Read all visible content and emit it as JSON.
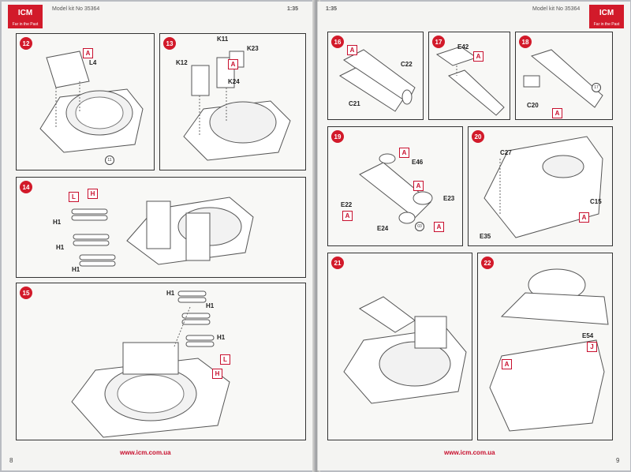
{
  "left_page": {
    "model_kit": "Model kit No 35364",
    "scale": "1:35",
    "logo": "ICM",
    "logo_tagline": "Far in the Past",
    "url": "www.icm.com.ua",
    "page_number": "8",
    "steps": [
      {
        "number": "12",
        "labels": [
          "L4"
        ],
        "tags": [
          "A"
        ],
        "refs": [
          "11"
        ]
      },
      {
        "number": "13",
        "labels": [
          "K11",
          "K23",
          "K12",
          "K24"
        ],
        "tags": [
          "A"
        ]
      },
      {
        "number": "14",
        "labels": [
          "H1",
          "H1",
          "H1"
        ],
        "tags": [
          "L",
          "H"
        ]
      },
      {
        "number": "15",
        "labels": [
          "H1",
          "H1",
          "H1"
        ],
        "tags": [
          "L",
          "H"
        ]
      }
    ]
  },
  "right_page": {
    "model_kit": "Model kit No 35364",
    "scale": "1:35",
    "logo": "ICM",
    "logo_tagline": "Far in the Past",
    "url": "www.icm.com.ua",
    "page_number": "9",
    "steps": [
      {
        "number": "16",
        "labels": [
          "C22",
          "C21"
        ],
        "tags": [
          "A"
        ]
      },
      {
        "number": "17",
        "labels": [
          "E42"
        ],
        "tags": [
          "A"
        ]
      },
      {
        "number": "18",
        "labels": [
          "C20"
        ],
        "tags": [
          "A"
        ],
        "refs": [
          "17"
        ]
      },
      {
        "number": "19",
        "labels": [
          "E46",
          "E22",
          "E23",
          "E24"
        ],
        "tags": [
          "A",
          "A",
          "A",
          "A"
        ],
        "refs": [
          "03"
        ]
      },
      {
        "number": "20",
        "labels": [
          "C27",
          "C15",
          "E35"
        ],
        "tags": [
          "A"
        ]
      },
      {
        "number": "21"
      },
      {
        "number": "22",
        "labels": [
          "E54"
        ],
        "tags": [
          "J",
          "A"
        ]
      }
    ]
  }
}
